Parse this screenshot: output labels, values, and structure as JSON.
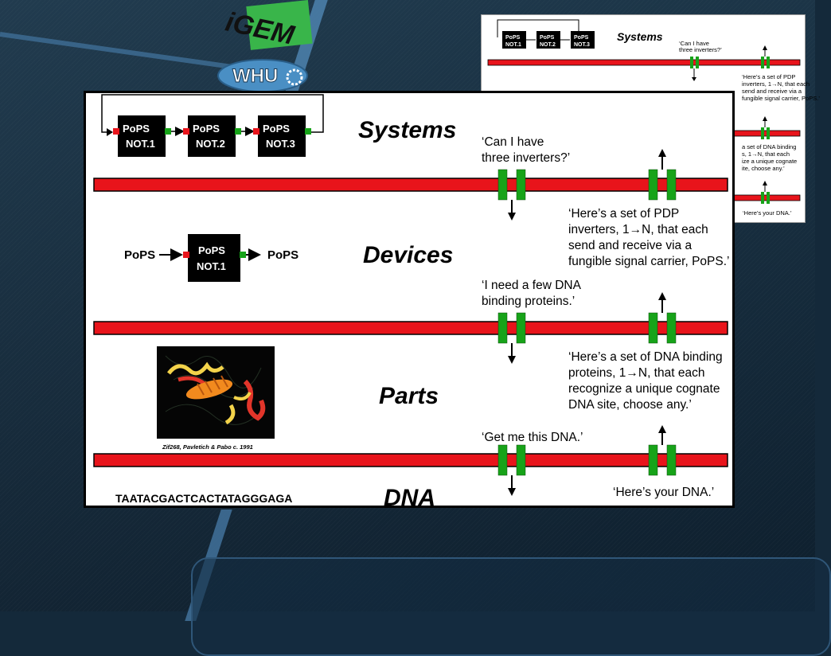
{
  "logo": {
    "text_top": "iGEM",
    "text_bottom": "WHU"
  },
  "levels": {
    "systems": "Systems",
    "devices": "Devices",
    "parts": "Parts",
    "dna": "DNA"
  },
  "gates": {
    "pops": "PoPS",
    "not1": "NOT.1",
    "not2": "NOT.2",
    "not3": "NOT.3"
  },
  "device_io": {
    "input": "PoPS",
    "output": "PoPS"
  },
  "requests": {
    "systems_l1": "‘Can I have",
    "systems_l2": "three inverters?’",
    "parts_l1": "‘I need a few DNA",
    "parts_l2": "binding proteins.’",
    "dna_l1": "‘Get me this DNA.’"
  },
  "responses": {
    "systems_l1": "‘Here’s a set of PDP",
    "systems_l2": "inverters, 1→N, that each",
    "systems_l3": "send and receive via a",
    "systems_l4": "fungible signal carrier, PoPS.’",
    "parts_l1": "‘Here’s a set of DNA binding",
    "parts_l2": "proteins, 1→N, that each",
    "parts_l3": "recognize a unique cognate",
    "parts_l4": "DNA site, choose any.’",
    "dna_l1": "‘Here’s your DNA.’"
  },
  "protein_credit": "Zif268, Pavletich & Pabo c. 1991",
  "dna_sequence": "TAATACGACTCACTATAGGGAGA",
  "small_card": {
    "response_frag1": "‘Here’s a set of PDP",
    "response_frag2": "inverters, 1→N, that each",
    "response_frag3": "send and receive via a",
    "response_frag4": "fungible signal carrier, PoPS.’",
    "parts_frag1": "a set of DNA binding",
    "parts_frag2": "s, 1→N, that each",
    "parts_frag3": "ize a unique cognate",
    "parts_frag4": "ite, choose any.’"
  },
  "colors": {
    "bar_red": "#e8141b",
    "green": "#17a319",
    "gate_black": "#000000",
    "background": "#14293a"
  }
}
